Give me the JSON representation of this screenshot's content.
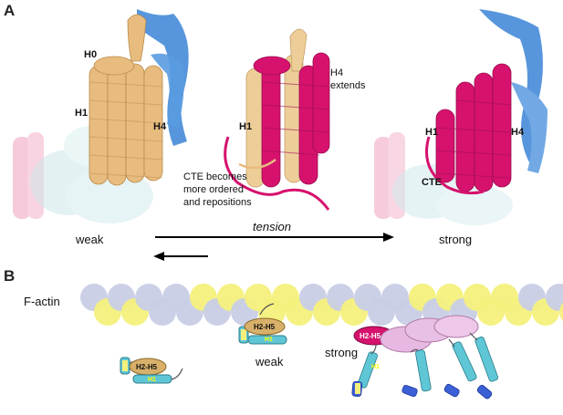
{
  "panel_a": {
    "letter": "A",
    "weak_structure": {
      "h0": "H0",
      "h1": "H1",
      "h4": "H4"
    },
    "middle_structure": {
      "h4_line1": "H4",
      "h4_line2": "extends",
      "h1": "H1"
    },
    "cte_note": {
      "line1": "CTE becomes",
      "line2": "more ordered",
      "line3": "and repositions"
    },
    "strong_structure": {
      "h1": "H1",
      "h4": "H4",
      "cte": "CTE"
    },
    "weak_label": "weak",
    "strong_label": "strong",
    "tension_label": "tension"
  },
  "panel_b": {
    "letter": "B",
    "factin_label": "F-actin",
    "free_domain_label": "H2-H5",
    "free_h1_label": "H1",
    "bound_weak_label": "H2-H5",
    "bound_weak_h1_label": "H1",
    "weak_label": "weak",
    "strong_label": "strong",
    "strong_domain_label": "H2-H5",
    "strong_h1_label": "H1"
  },
  "colors": {
    "wheat": "#e8bc7e",
    "magenta": "#d6126e",
    "blue": "#3a84d6",
    "pink_light": "#f3b7cf",
    "pale_blue_gray": "#c8cde6",
    "pale_yellow": "#f4f07c",
    "cyan": "#5fc6d6",
    "lavender": "#e7b8e2"
  }
}
